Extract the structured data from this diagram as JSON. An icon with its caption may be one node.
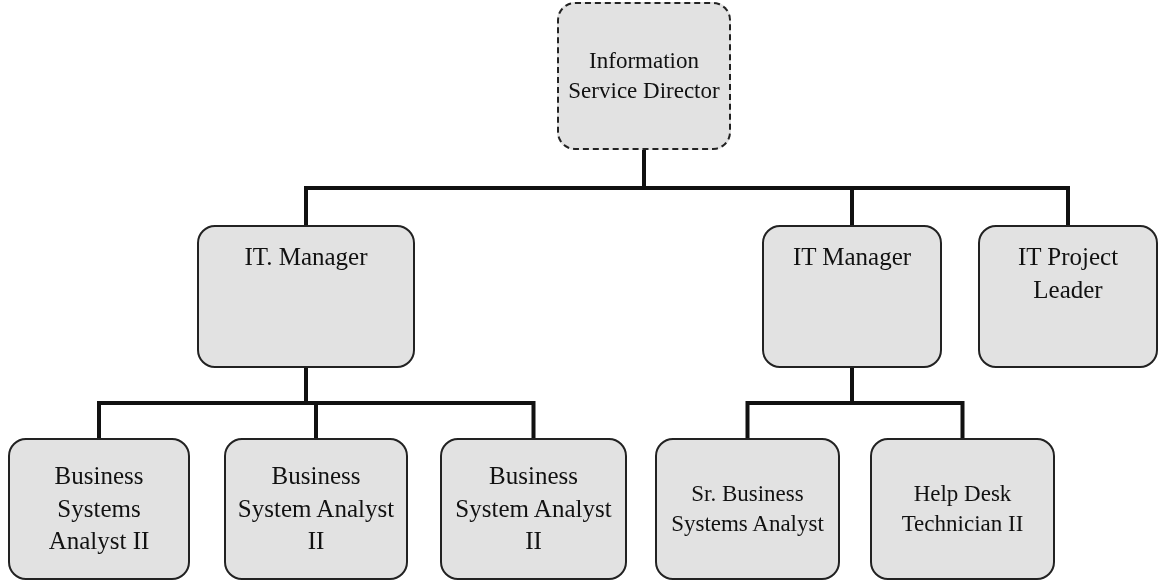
{
  "diagram": {
    "nodes": [
      {
        "text": [
          "Information Service Director"
        ]
      },
      {
        "text": [
          "IT. Manager"
        ]
      },
      {
        "text": [
          "IT Manager"
        ]
      },
      {
        "text": [
          "IT Project Leader"
        ]
      },
      {
        "text": [
          "Business Systems Analyst II"
        ]
      },
      {
        "text": [
          "Business System Analyst II"
        ]
      },
      {
        "text": [
          "Business System Analyst II"
        ]
      },
      {
        "text": [
          "Sr. Business Systems Analyst"
        ]
      },
      {
        "text": [
          "Help Desk Technician II"
        ]
      }
    ],
    "edges": [
      {
        "from": 0,
        "to": 1,
        "arrow": "none"
      },
      {
        "from": 0,
        "to": 2,
        "arrow": "none"
      },
      {
        "from": 0,
        "to": 3,
        "arrow": "none"
      },
      {
        "from": 1,
        "to": 4,
        "arrow": "none"
      },
      {
        "from": 1,
        "to": 5,
        "arrow": "none"
      },
      {
        "from": 1,
        "to": 6,
        "arrow": "none"
      },
      {
        "from": 2,
        "to": 7,
        "arrow": "none"
      },
      {
        "from": 2,
        "to": 8,
        "arrow": "none"
      }
    ]
  }
}
